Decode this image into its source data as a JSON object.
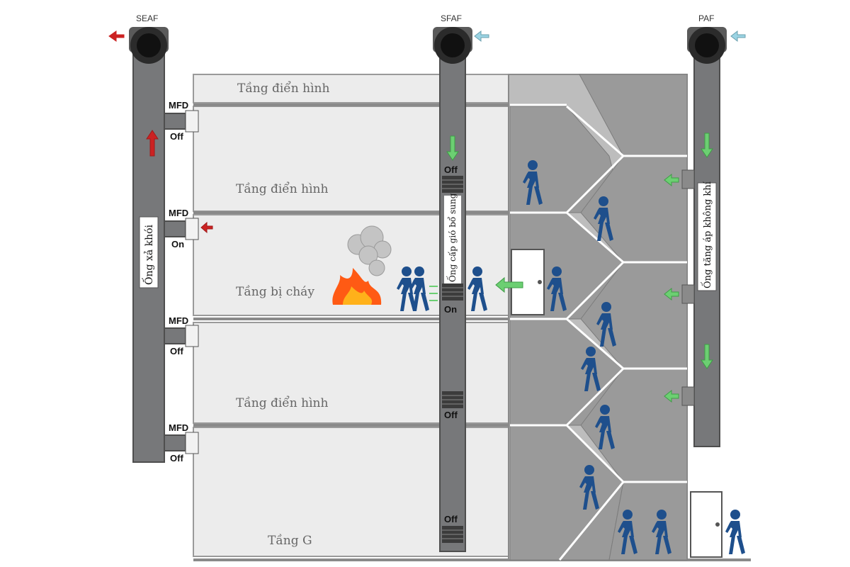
{
  "fans": {
    "seaf": "SEAF",
    "sfaf": "SFAF",
    "paf": "PAF"
  },
  "floors": {
    "top": "Tầng điển hình",
    "upper": "Tầng điển  hình",
    "fire": "Tầng bị cháy",
    "lower": "Tầng điển  hình",
    "ground": "Tầng G"
  },
  "dampers": [
    {
      "label": "MFD",
      "state": "Off"
    },
    {
      "label": "MFD",
      "state": "On"
    },
    {
      "label": "MFD",
      "state": "Off"
    },
    {
      "label": "MFD",
      "state": "Off"
    }
  ],
  "sfaf_states": [
    "Off",
    "On",
    "Off",
    "Off"
  ],
  "ducts": {
    "smoke_exhaust": "Ống xả khói",
    "supply_air": "Ống cấp gió bổ sung",
    "pressurization": "Ống tăng áp  không khí"
  },
  "colors": {
    "duct": "#77787a",
    "fan": "#2b2b2b",
    "floor": "#ececec",
    "stair": "#8c8c8c",
    "person": "#1e4f8c",
    "arrow_red": "#cc2222",
    "arrow_green": "#6ccf72",
    "arrow_blue": "#9bd4e4",
    "fire": "#ff5a14"
  }
}
